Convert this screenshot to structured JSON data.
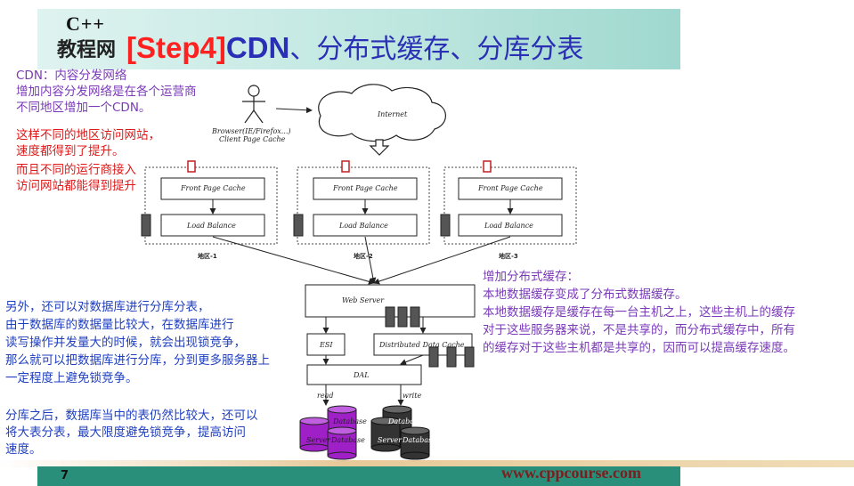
{
  "header": {
    "logo_line1": "C++",
    "logo_line2": "教程网",
    "title_step": "[Step4]",
    "title_cdn": "CDN",
    "title_rest": "、分布式缓存、分库分表"
  },
  "left_top_text": {
    "line1": "CDN：内容分发网络",
    "line2": "增加内容分发网络是在各个运营商",
    "line3": "不同地区增加一个CDN。"
  },
  "left_red_text": {
    "line1": "这样不同的地区访问网站，",
    "line2": "速度都得到了提升。",
    "line3": "而且不同的运行商接入",
    "line4": "访问网站都能得到提升"
  },
  "left_middle_text": {
    "line1": "另外，还可以对数据库进行分库分表，",
    "line2": "由于数据库的数据量比较大，在数据库进行",
    "line3": "读写操作并发量大的时候，就会出现锁竞争，",
    "line4": "那么就可以把数据库进行分库，分到更多服务器上",
    "line5": "一定程度上避免锁竞争。"
  },
  "left_bottom_text": {
    "line1": "分库之后，数据库当中的表仍然比较大，还可以",
    "line2": "将大表分表，最大限度避免锁竞争，提高访问",
    "line3": "速度。"
  },
  "right_text": {
    "line1": "增加分布式缓存：",
    "line2": "本地数据缓存变成了分布式数据缓存。",
    "line3": "本地数据缓存是缓存在每一台主机之上，这些主机上的缓存",
    "line4": "对于这些服务器来说，不是共享的，而分布式缓存中，所有",
    "line5": "的缓存对于这些主机都是共享的，因而可以提高缓存速度。"
  },
  "diagram": {
    "internet": "Internet",
    "browser_line1": "Browser(IE/Firefox...)",
    "browser_line2": "Client Page Cache",
    "front_cache": "Front Page Cache",
    "load_balance": "Load Balance",
    "region1": "地区-1",
    "region2": "地区-2",
    "region3": "地区-3",
    "web_server": "Web Server",
    "esi": "ESI",
    "dist_cache": "Distributed Data Cache",
    "dal": "DAL",
    "read": "read",
    "write": "write",
    "db_label1": "Database",
    "db_label2": "Server"
  },
  "footer": {
    "page": "7",
    "url": "www.cppcourse.com"
  },
  "colors": {
    "title_red": "#ff2020",
    "title_blue": "#2a2fb5",
    "text_purple": "#7a3ab8",
    "text_red": "#e01818",
    "text_blue": "#1f3fbf",
    "footer_green": "#2a8f7a",
    "db_purple": "#a020c8",
    "db_dark": "#333333"
  }
}
